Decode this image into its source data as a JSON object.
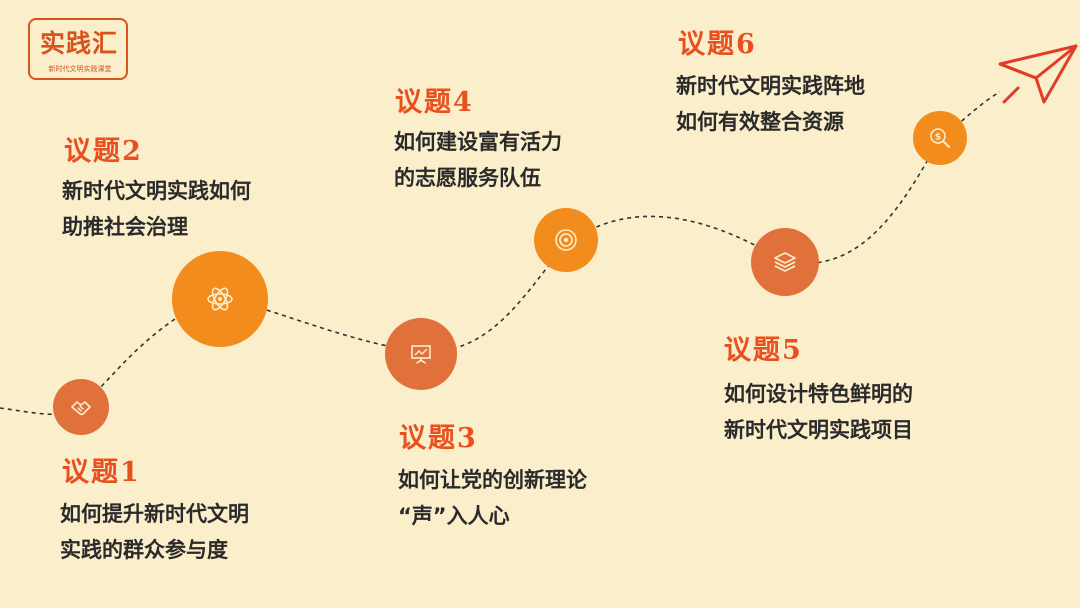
{
  "logo": {
    "title": "实践汇",
    "subtitle": "新时代文明实践课堂"
  },
  "topics": [
    {
      "heading": "议题1",
      "lines": [
        "如何提升新时代文明",
        "实践的群众参与度"
      ],
      "icon": "handshake-icon"
    },
    {
      "heading": "议题2",
      "lines": [
        "新时代文明实践如何",
        "助推社会治理"
      ],
      "icon": "atom-icon"
    },
    {
      "heading": "议题3",
      "lines": [
        "如何让党的创新理论",
        "“声”入人心"
      ],
      "icon": "presentation-board-icon"
    },
    {
      "heading": "议题4",
      "lines": [
        "如何建设富有活力",
        "的志愿服务队伍"
      ],
      "icon": "target-icon"
    },
    {
      "heading": "议题5",
      "lines": [
        "如何设计特色鲜明的",
        "新时代文明实践项目"
      ],
      "icon": "layers-icon"
    },
    {
      "heading": "议题6",
      "lines": [
        "新时代文明实践阵地",
        "如何有效整合资源"
      ],
      "icon": "money-search-icon"
    }
  ],
  "colors": {
    "background": "#fbeecb",
    "heading": "#e8501f",
    "accent_orange": "#f28c1d",
    "muted_orange": "#e0713b",
    "arrow": "#e23b2a"
  }
}
